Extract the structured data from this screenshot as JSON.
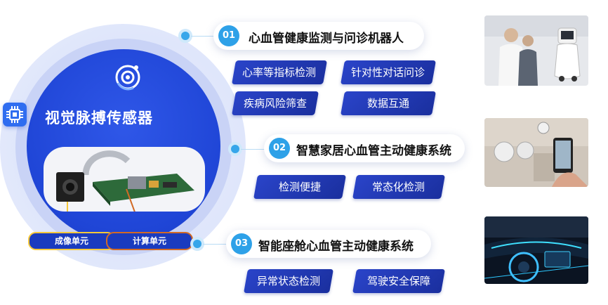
{
  "sensor": {
    "title": "视觉脉搏传感器",
    "imaging_label": "成像单元",
    "computing_label": "计算单元"
  },
  "sections": [
    {
      "number": "01",
      "title": "心血管健康监测与问诊机器人",
      "tags": [
        "心率等指标检测",
        "针对性对话问诊",
        "疾病风险筛查",
        "数据互通"
      ]
    },
    {
      "number": "02",
      "title": "智慧家居心血管主动健康系统",
      "tags": [
        "检测便捷",
        "常态化检测"
      ]
    },
    {
      "number": "03",
      "title": "智能座舱心血管主动健康系统",
      "tags": [
        "异常状态检测",
        "驾驶安全保障"
      ]
    }
  ],
  "colors": {
    "primary": "#1f45d6",
    "badge": "#2ea1e8",
    "tag": "#1a2f9e",
    "imaging_border": "#f5c83a",
    "computing_border": "#d26a25"
  },
  "icons": [
    "chip-icon",
    "logo-icon"
  ]
}
